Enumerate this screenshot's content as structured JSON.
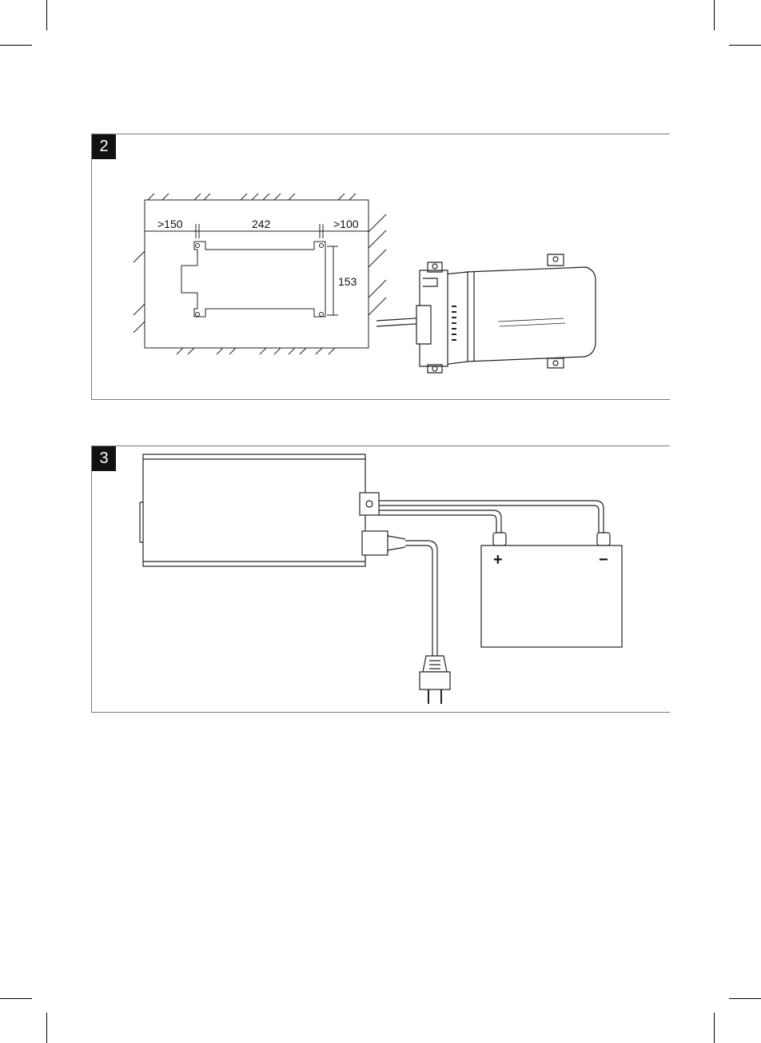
{
  "figures": [
    {
      "number": "2",
      "dimensions": {
        "left_clearance": ">150",
        "hole_spacing_horizontal": "242",
        "right_clearance": ">100",
        "hole_spacing_vertical": "153"
      }
    },
    {
      "number": "3",
      "battery": {
        "positive_label": "+",
        "negative_label": "−"
      }
    }
  ]
}
